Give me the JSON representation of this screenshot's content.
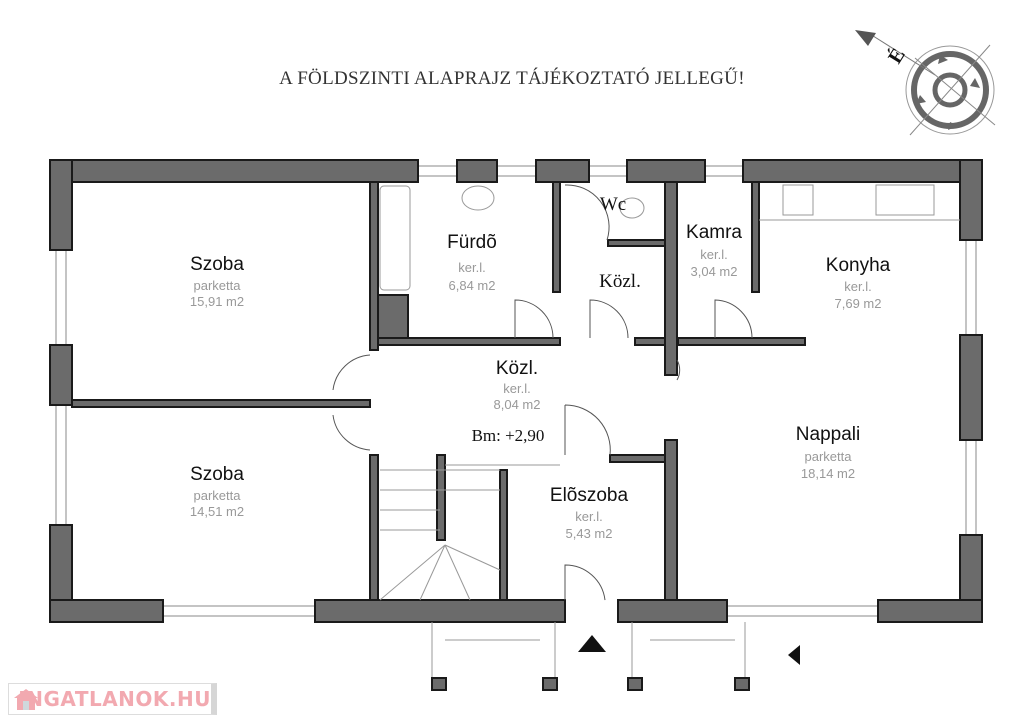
{
  "title": "A FÖLDSZINTI ALAPRAJZ TÁJÉKOZTATÓ JELLEGŰ!",
  "compass": {
    "label": "É"
  },
  "rooms": [
    {
      "name": "Szoba",
      "floor": "parketta",
      "area": "15,91  m2"
    },
    {
      "name": "Szoba",
      "floor": "parketta",
      "area": "14,51  m2"
    },
    {
      "name": "Fürdõ",
      "floor": "ker.l.",
      "area": "6,84  m2"
    },
    {
      "name": "Wc"
    },
    {
      "name": "Közl."
    },
    {
      "name": "Kamra",
      "floor": "ker.l.",
      "area": "3,04  m2"
    },
    {
      "name": "Konyha",
      "floor": "ker.l.",
      "area": "7,69  m2"
    },
    {
      "name": "Közl.",
      "floor": "ker.l.",
      "area": "8,04  m2"
    },
    {
      "name": "Nappali",
      "floor": "parketta",
      "area": "18,14  m2"
    },
    {
      "name": "Elõszoba",
      "floor": "ker.l.",
      "area": "5,43  m2"
    }
  ],
  "height_label": "Bm: +2,90",
  "watermark": "INGATLANOK.HU"
}
